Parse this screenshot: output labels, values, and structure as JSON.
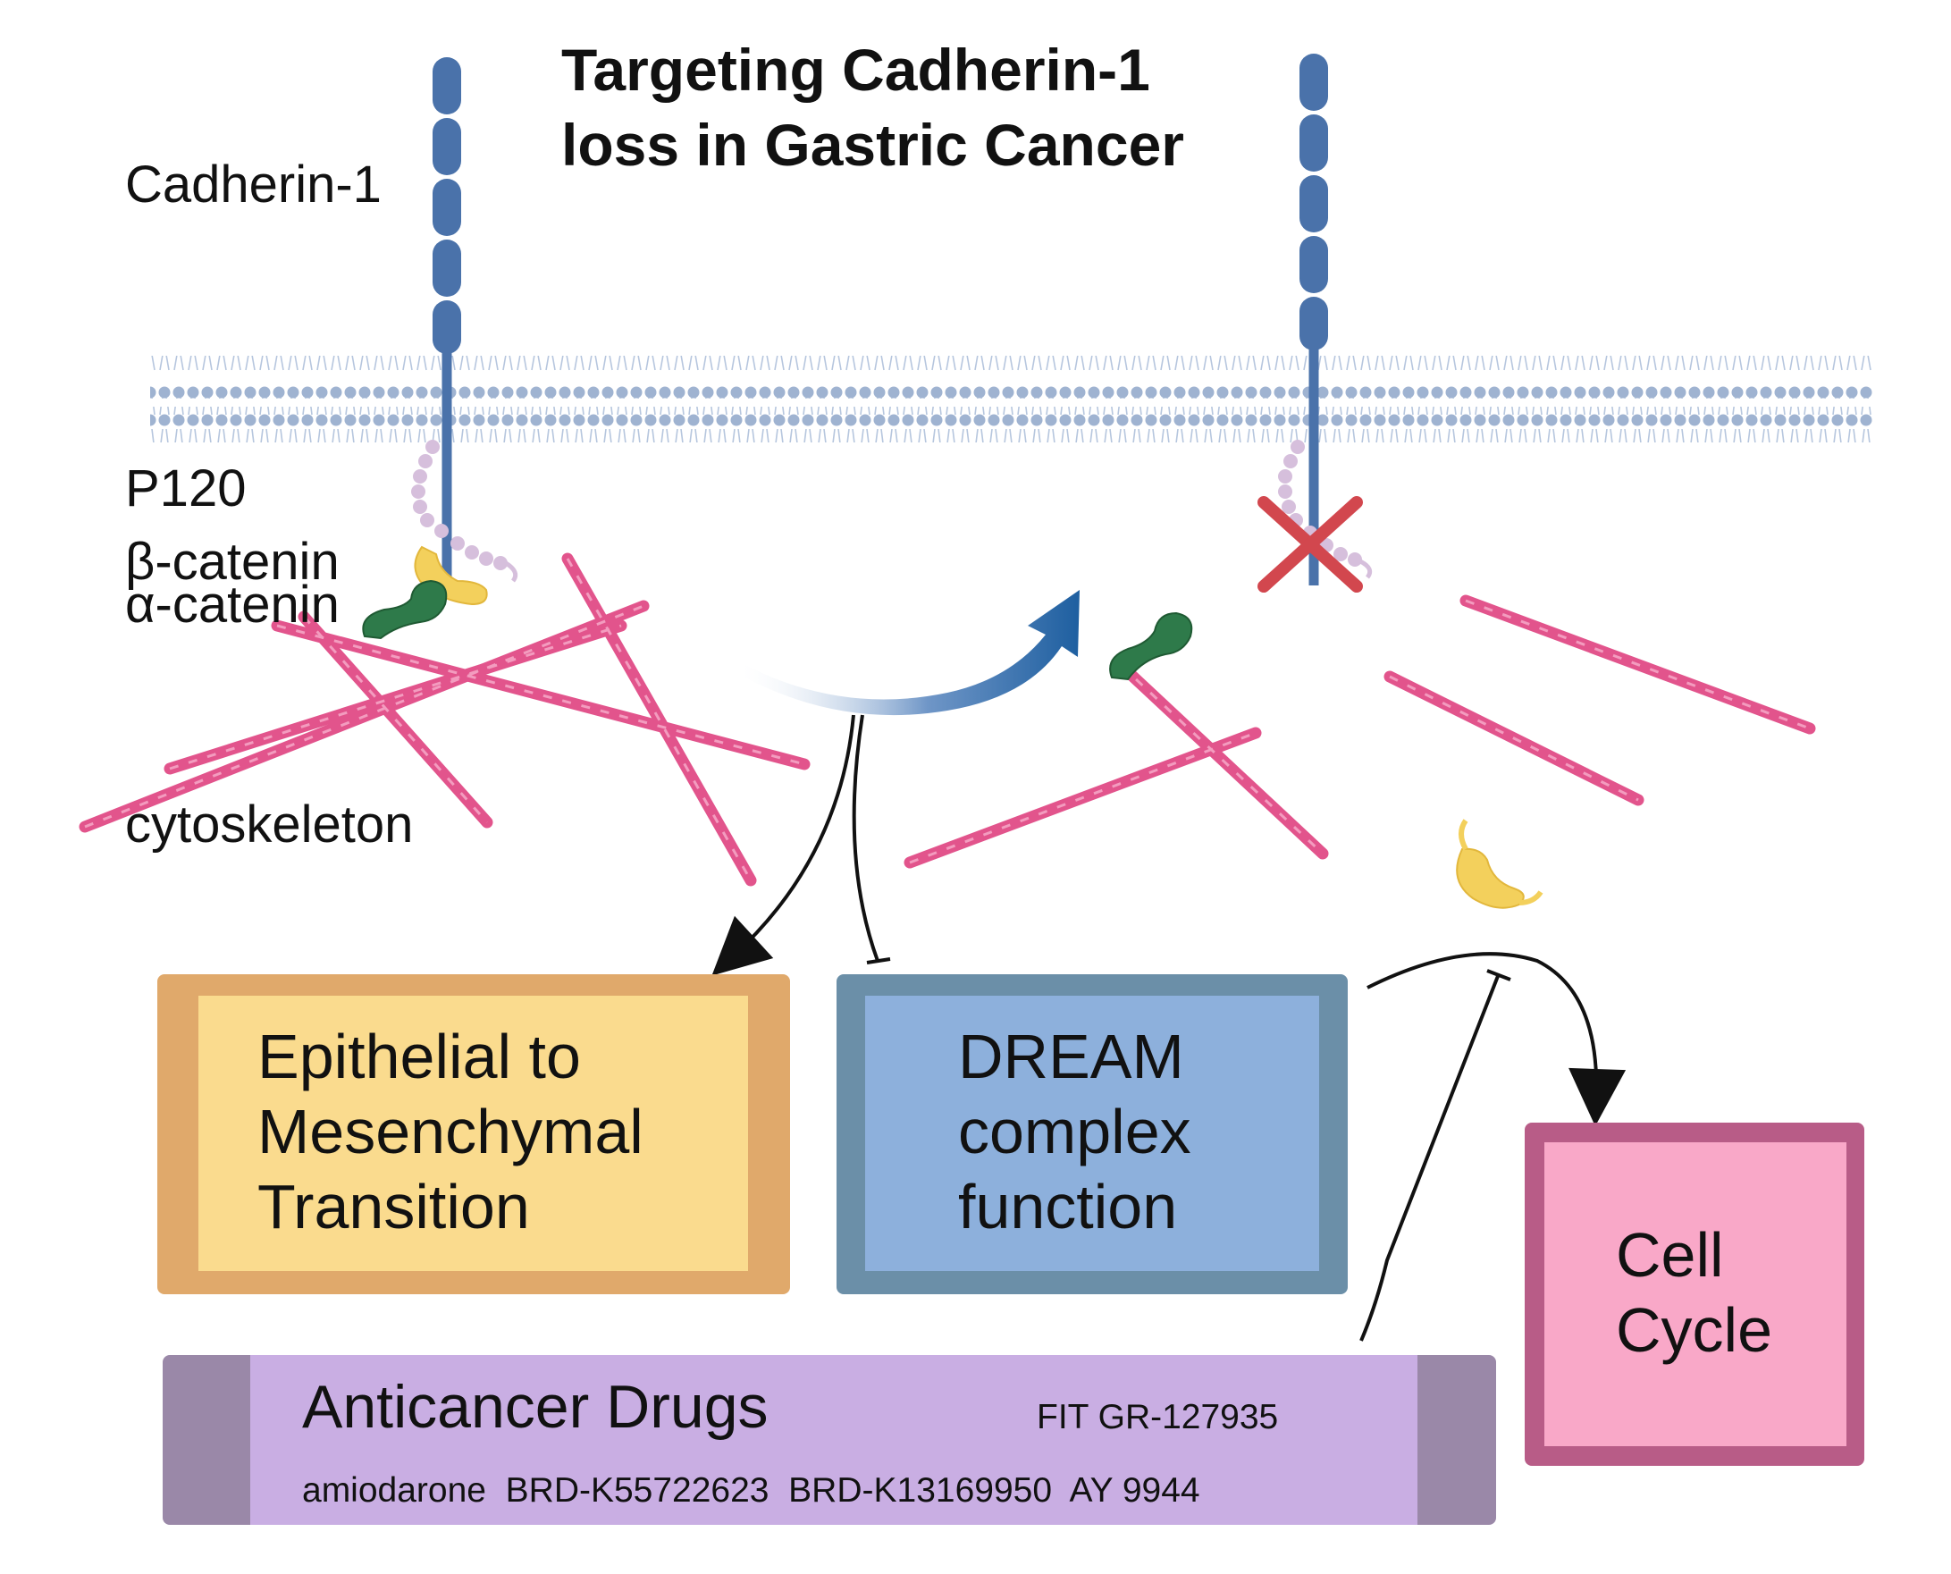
{
  "title": {
    "line1": "Targeting Cadherin-1",
    "line2": "loss in Gastric Cancer"
  },
  "labels": {
    "cadherin": "Cadherin-1",
    "p120": "P120",
    "beta_catenin": "β-catenin",
    "alpha_catenin": "α-catenin",
    "cytoskeleton": "cytoskeleton"
  },
  "boxes": {
    "emt": {
      "line1": "Epithelial to",
      "line2": "Mesenchymal",
      "line3": "Transition"
    },
    "dream": {
      "line1": "DREAM",
      "line2": "complex",
      "line3": "function"
    },
    "cell_cycle": {
      "line1": "Cell",
      "line2": "Cycle"
    }
  },
  "drugs": {
    "heading": "Anticancer Drugs",
    "top_right": "FIT GR-127935",
    "list": "amiodarone  BRD-K55722623  BRD-K13169950  AY 9944"
  },
  "colors": {
    "cadherin": "#4a72aa",
    "membrane": "#9fb3d1",
    "actin": "#e2548c",
    "alpha_catenin": "#2e7a4a",
    "beta_catenin": "#f3d05c",
    "p120": "#d6bfdc",
    "cross": "#d2474e",
    "emt_fill": "#fadb8e",
    "emt_border": "#e0a96b",
    "dream_fill": "#8db0dc",
    "dream_border": "#6b8fa8",
    "cell_fill": "#f9a8c8",
    "cell_border": "#b85c87",
    "drug_fill": "#c9aee3",
    "drug_border": "#9a88a8"
  }
}
